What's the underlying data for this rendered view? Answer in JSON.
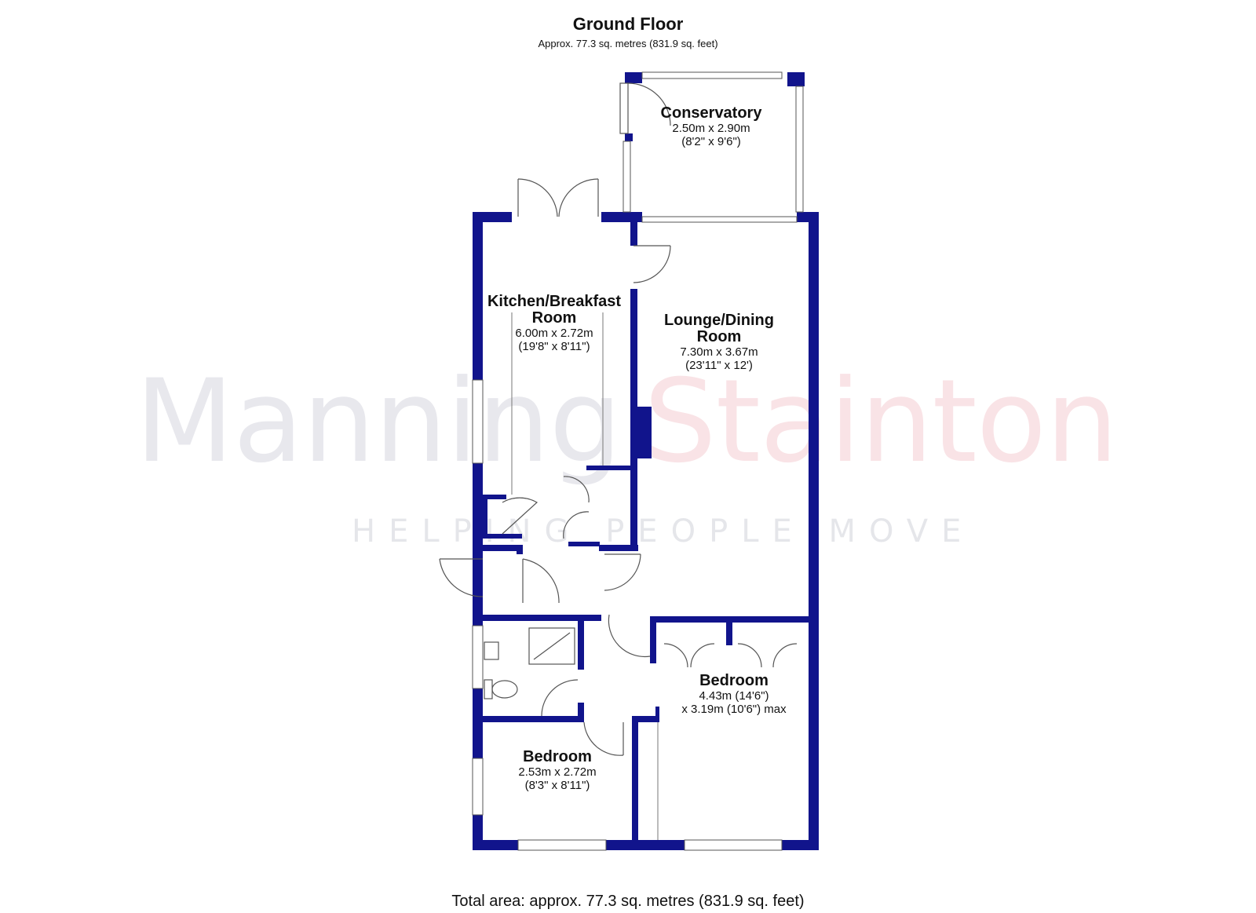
{
  "header": {
    "title": "Ground Floor",
    "subtitle": "Approx. 77.3 sq. metres (831.9 sq. feet)"
  },
  "footer": {
    "total_area": "Total area: approx. 77.3 sq. metres (831.9 sq. feet)"
  },
  "watermark": {
    "brand_left": "Manning",
    "brand_right": "Stainton",
    "tagline": "HELPING PEOPLE MOVE"
  },
  "rooms": {
    "conservatory": {
      "name": "Conservatory",
      "metric": "2.50m x 2.90m",
      "imperial": "(8'2\" x 9'6\")"
    },
    "kitchen": {
      "name_line1": "Kitchen/Breakfast",
      "name_line2": "Room",
      "metric": "6.00m x 2.72m",
      "imperial": "(19'8\" x 8'11\")"
    },
    "lounge": {
      "name_line1": "Lounge/Dining",
      "name_line2": "Room",
      "metric": "7.30m x 3.67m",
      "imperial": "(23'11\" x 12')"
    },
    "bedroom_main": {
      "name": "Bedroom",
      "line1": "4.43m (14'6\")",
      "line2": "x 3.19m (10'6\") max"
    },
    "bedroom_small": {
      "name": "Bedroom",
      "metric": "2.53m x 2.72m",
      "imperial": "(8'3\" x 8'11\")"
    }
  },
  "colors": {
    "wall": "#11148c",
    "fixture": "#555555",
    "watermark_grey": "#6e738c",
    "watermark_red": "#d2283c"
  }
}
